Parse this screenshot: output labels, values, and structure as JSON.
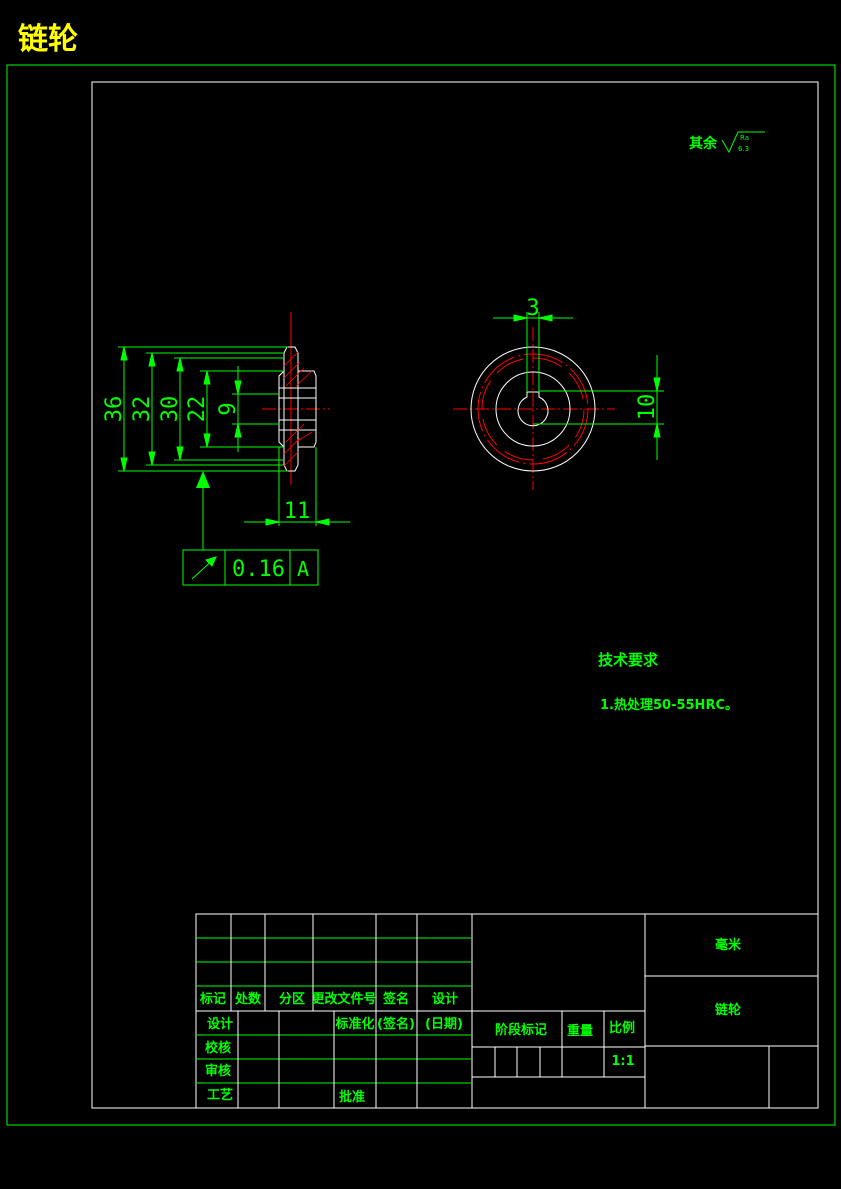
{
  "title": "链轮",
  "surface_finish": {
    "prefix": "其余",
    "symbol_top": "Ra",
    "symbol_value": "6.3"
  },
  "side_view_dims": {
    "d36": "36",
    "d32": "32",
    "d30": "30",
    "d22": "22",
    "d9": "9",
    "width": "11"
  },
  "front_view_dims": {
    "keyway_width": "3",
    "keyway_depth": "10"
  },
  "tolerance": {
    "value": "0.16",
    "datum": "A"
  },
  "tech_req": {
    "heading": "技术要求",
    "item1": "1.热处理50-55HRC。"
  },
  "title_block": {
    "h_mark": "标记",
    "h_count": "处数",
    "h_zone": "分区",
    "h_docno": "更改文件号",
    "h_sign": "签名",
    "h_design_top": "设计",
    "design": "设计",
    "standardize": "标准化",
    "sign_paren": "(签名)",
    "date_paren": "(日期)",
    "check": "校核",
    "review": "审核",
    "process": "工艺",
    "approve": "批准",
    "stage_mark": "阶段标记",
    "weight": "重量",
    "scale_label": "比例",
    "scale_value": "1:1",
    "unit": "毫米",
    "part_name": "链轮"
  },
  "colors": {
    "line": "#00ff00",
    "center": "#ff0000",
    "title": "#ffff00",
    "detail": "#ffffff"
  }
}
